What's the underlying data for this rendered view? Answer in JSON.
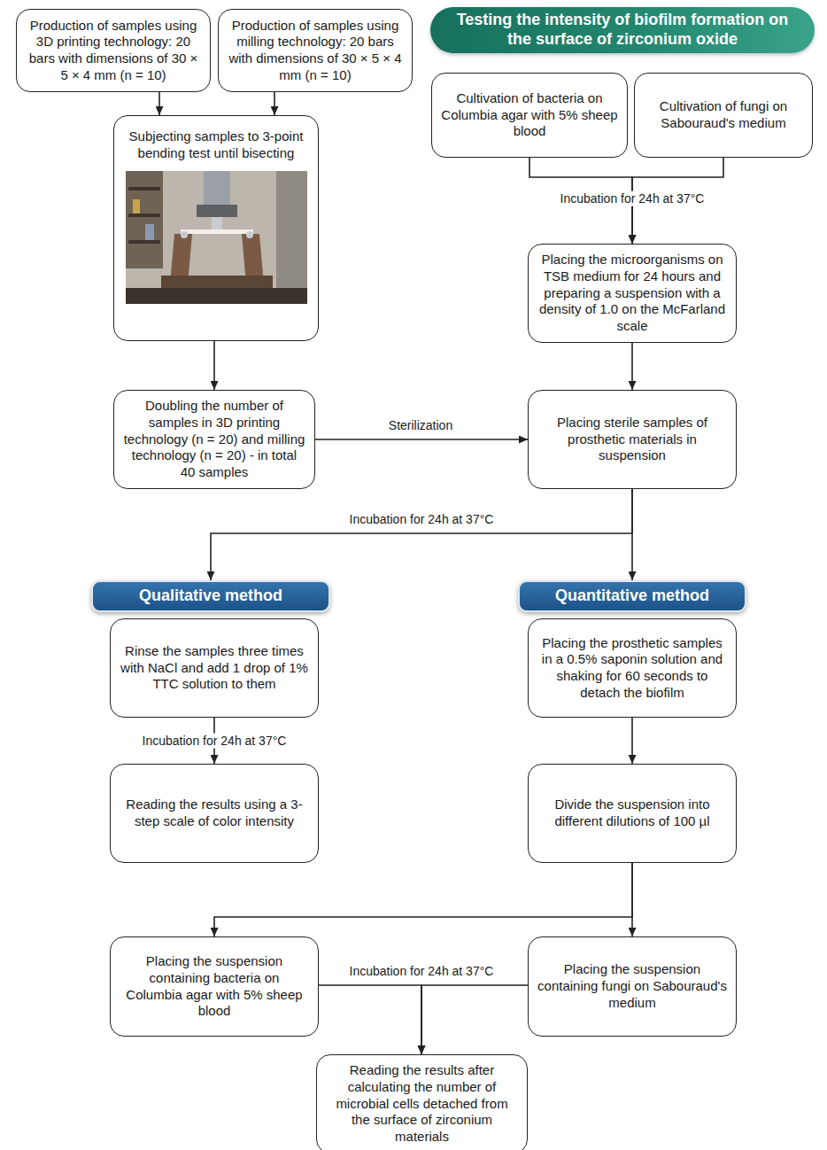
{
  "diagram": {
    "nodes": [
      {
        "text": [
          "Production of samples using 3D printing technology: 20 bars with dimensions of 30 × 5 × 4 mm (n = 10)"
        ]
      },
      {
        "text": [
          "Production of samples using milling technology: 20 bars with dimensions of 30 × 5 × 4 mm (n = 10)"
        ]
      },
      {
        "text": [
          "Testing the intensity of biofilm formation on the surface of zirconium oxide"
        ]
      },
      {
        "text": [
          "Subjecting samples to 3-point bending test until bisecting"
        ]
      },
      {
        "text": [
          "Cultivation of bacteria on Columbia agar with 5% sheep blood"
        ]
      },
      {
        "text": [
          "Cultivation of fungi on Sabouraud's medium"
        ]
      },
      {
        "text": [
          "Placing the microorganisms on TSB medium for 24 hours and preparing a suspension with a density of 1.0 on the McFarland scale"
        ]
      },
      {
        "text": [
          "Doubling the number of samples in 3D printing technology (n = 20) and milling technology (n = 20) - in total 40 samples"
        ]
      },
      {
        "text": [
          "Placing sterile samples of prosthetic materials in suspension"
        ]
      },
      {
        "text": [
          "Qualitative method"
        ]
      },
      {
        "text": [
          "Quantitative method"
        ]
      },
      {
        "text": [
          "Rinse the samples three times with NaCl and add 1 drop of 1% TTC solution to them"
        ]
      },
      {
        "text": [
          "Reading the results using a 3-step scale of color intensity"
        ]
      },
      {
        "text": [
          "Placing the prosthetic samples in a 0.5% saponin solution and shaking for 60 seconds to detach the biofilm"
        ]
      },
      {
        "text": [
          "Divide the suspension into different dilutions of 100 µl"
        ]
      },
      {
        "text": [
          "Placing the suspension containing bacteria on Columbia agar with 5% sheep blood"
        ]
      },
      {
        "text": [
          "Placing the suspension containing fungi on Sabouraud's medium"
        ]
      },
      {
        "text": [
          "Reading the results after calculating the number of microbial cells detached from the surface of zirconium materials"
        ]
      }
    ],
    "edges": [
      {
        "from": 0,
        "to": 3,
        "arrow": "to"
      },
      {
        "from": 1,
        "to": 3,
        "arrow": "to"
      },
      {
        "from": 3,
        "to": 7,
        "arrow": "to"
      },
      {
        "from": 7,
        "to": 8,
        "arrow": "to",
        "label": "Sterilization"
      },
      {
        "from": 4,
        "to": 6,
        "arrow": "to",
        "label": "Incubation for 24h at 37°C"
      },
      {
        "from": 5,
        "to": 6,
        "arrow": "to"
      },
      {
        "from": 6,
        "to": 8,
        "arrow": "to"
      },
      {
        "from": 8,
        "to": 9,
        "arrow": "to",
        "label": "Incubation for 24h at 37°C"
      },
      {
        "from": 8,
        "to": 10,
        "arrow": "to"
      },
      {
        "from": 11,
        "to": 12,
        "arrow": "to",
        "label": "Incubation for 24h at 37°C"
      },
      {
        "from": 13,
        "to": 14,
        "arrow": "to"
      },
      {
        "from": 14,
        "to": 15,
        "arrow": "to"
      },
      {
        "from": 14,
        "to": 16,
        "arrow": "to"
      },
      {
        "from": 15,
        "to": 17,
        "arrow": "to",
        "label": "Incubation for 24h at 37°C"
      },
      {
        "from": 16,
        "to": 17,
        "arrow": "to"
      }
    ]
  }
}
